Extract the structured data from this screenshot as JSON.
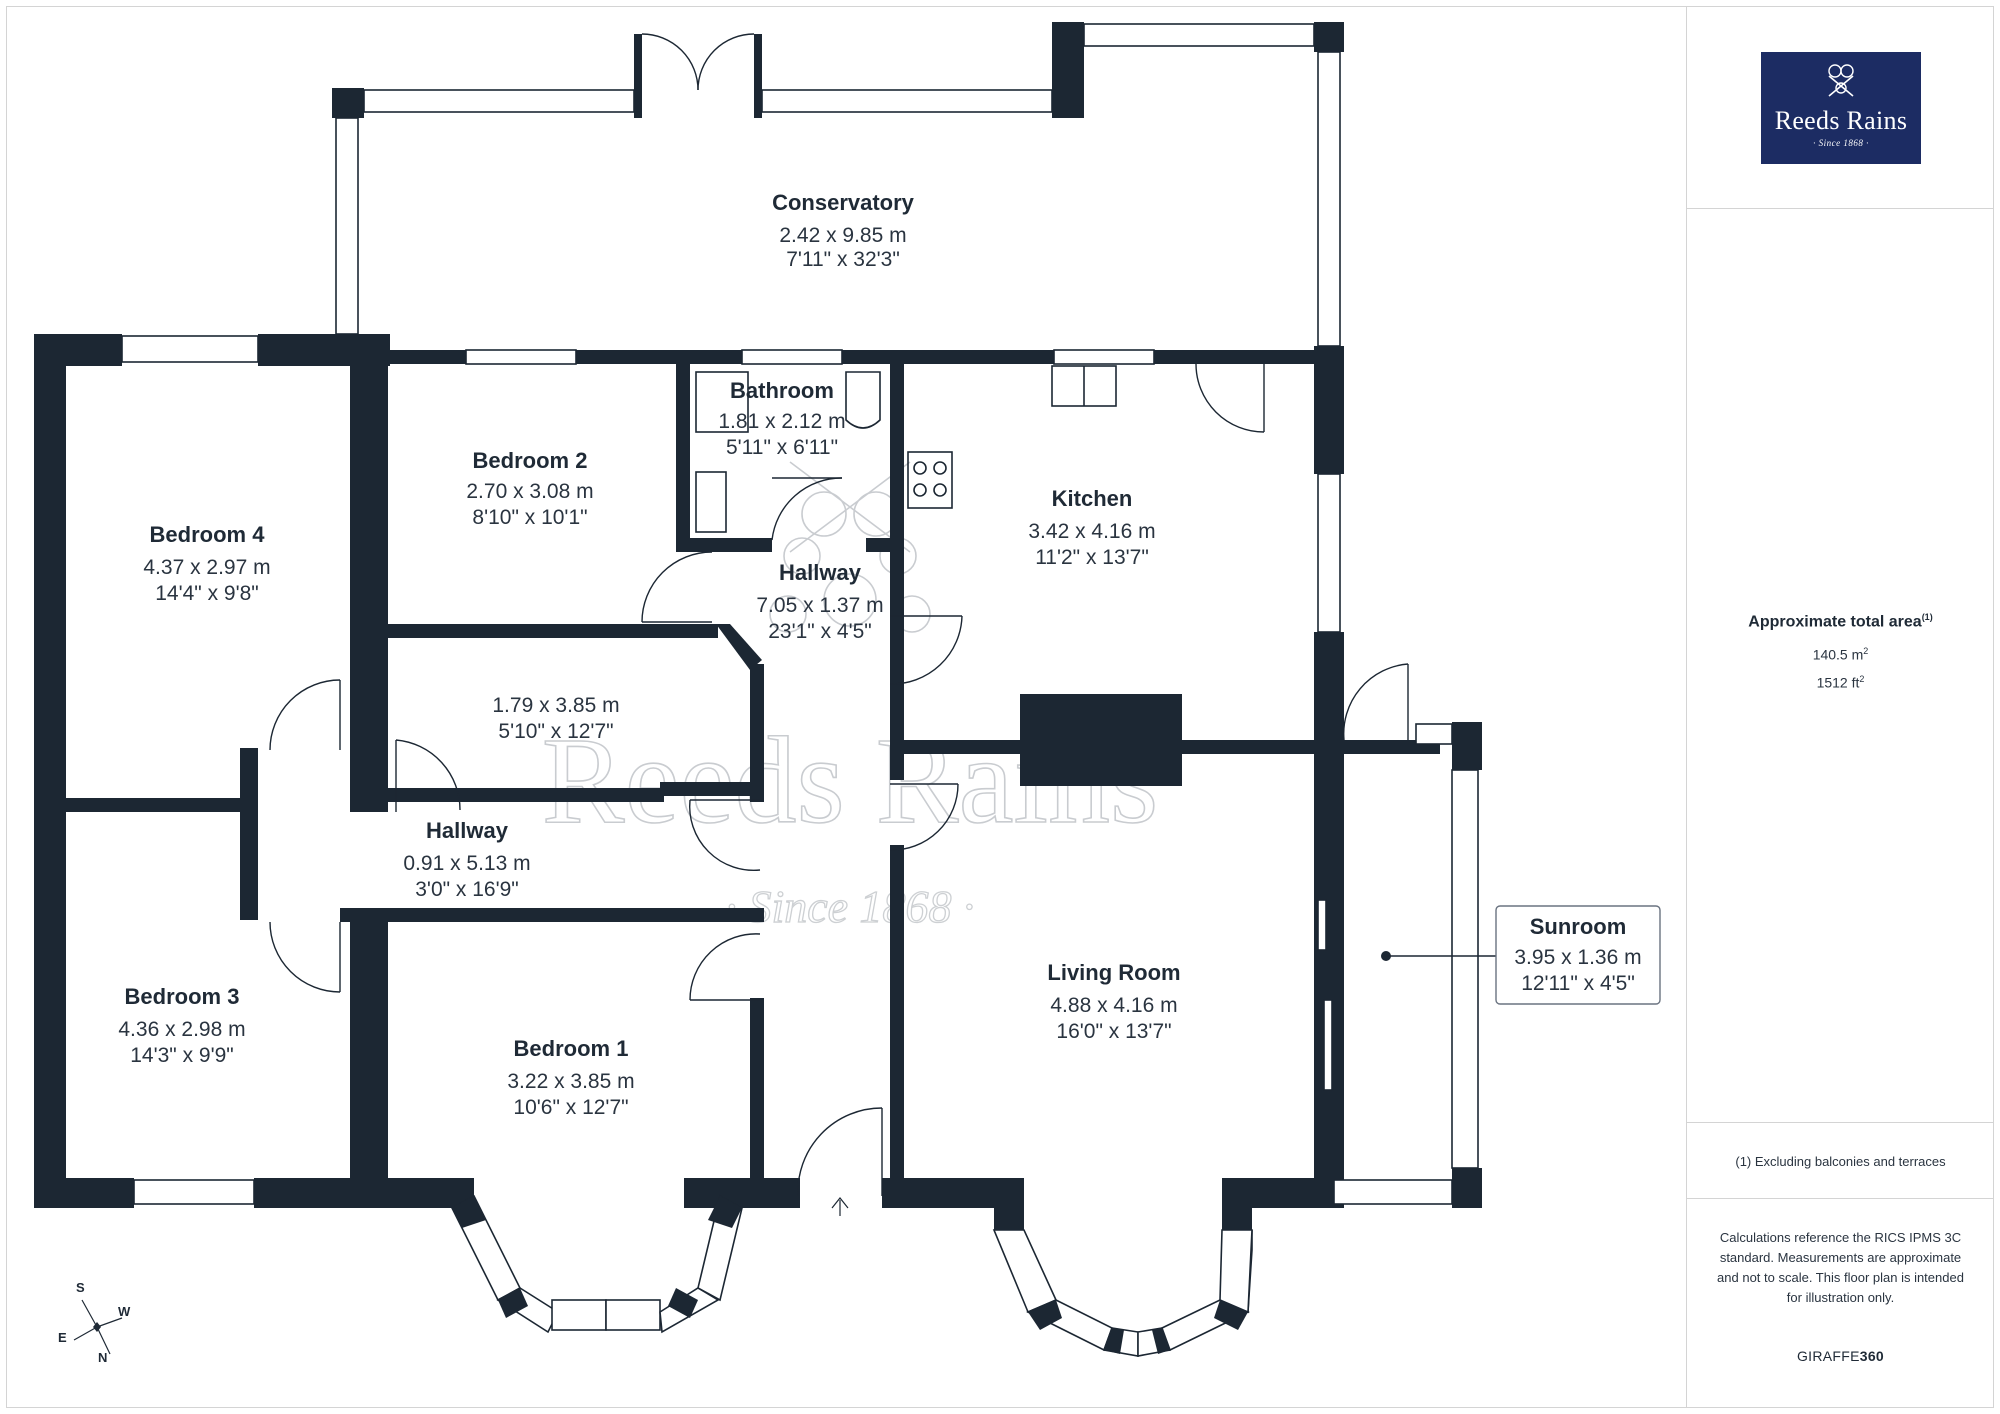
{
  "rooms": {
    "conservatory": {
      "name": "Conservatory",
      "metric": "2.42 x 9.85 m",
      "imperial": "7'11\" x 32'3\""
    },
    "bedroom4": {
      "name": "Bedroom 4",
      "metric": "4.37 x 2.97 m",
      "imperial": "14'4\" x 9'8\""
    },
    "bedroom2": {
      "name": "Bedroom 2",
      "metric": "2.70 x 3.08 m",
      "imperial": "8'10\" x 10'1\""
    },
    "bathroom": {
      "name": "Bathroom",
      "metric": "1.81 x 2.12 m",
      "imperial": "5'11\" x 6'11\""
    },
    "kitchen": {
      "name": "Kitchen",
      "metric": "3.42 x 4.16 m",
      "imperial": "11'2\" x 13'7\""
    },
    "hallway_main": {
      "name": "Hallway",
      "metric": "7.05 x 1.37 m",
      "imperial": "23'1\" x 4'5\""
    },
    "store": {
      "name": "",
      "metric": "1.79 x 3.85 m",
      "imperial": "5'10\" x 12'7\""
    },
    "hallway_side": {
      "name": "Hallway",
      "metric": "0.91 x 5.13 m",
      "imperial": "3'0\" x 16'9\""
    },
    "bedroom3": {
      "name": "Bedroom 3",
      "metric": "4.36 x 2.98 m",
      "imperial": "14'3\" x 9'9\""
    },
    "bedroom1": {
      "name": "Bedroom 1",
      "metric": "3.22 x 3.85 m",
      "imperial": "10'6\" x 12'7\""
    },
    "living": {
      "name": "Living Room",
      "metric": "4.88 x 4.16 m",
      "imperial": "16'0\" x 13'7\""
    },
    "sunroom": {
      "name": "Sunroom",
      "metric": "3.95 x 1.36 m",
      "imperial": "12'11\" x 4'5\""
    }
  },
  "watermark": {
    "name": "Reeds Rains",
    "since": "· Since 1868 ·"
  },
  "logo": {
    "name": "Reeds Rains",
    "since": "· Since 1868 ·"
  },
  "area": {
    "title": "Approximate total area",
    "note_ref": "(1)",
    "metric_value": "140.5 m",
    "metric_sup": "2",
    "imperial_value": "1512 ft",
    "imperial_sup": "2"
  },
  "footnote": "(1) Excluding balconies and terraces",
  "disclaimer": "Calculations reference the RICS IPMS 3C standard. Measurements are approximate and not to scale. This floor plan is intended for illustration only.",
  "brand": {
    "prefix": "GIRAFFE",
    "suffix": "360"
  },
  "compass": {
    "s": "S",
    "w": "W",
    "e": "E",
    "n": "N"
  },
  "colors": {
    "wall": "#1c2733",
    "logo_bg": "#1c2c63",
    "watermark": "#c9ccd0"
  }
}
